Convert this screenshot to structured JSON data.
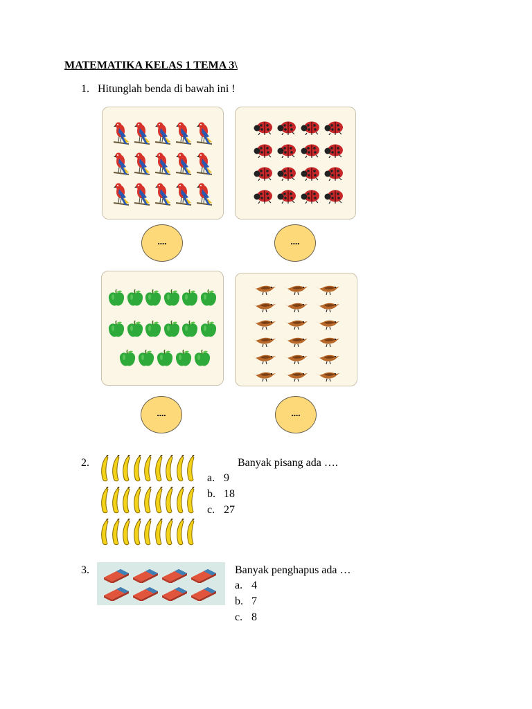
{
  "title": "MATEMATIKA KELAS 1 TEMA 3\\",
  "q1": {
    "number": "1.",
    "text": "Hitunglah benda di bawah ini !",
    "answer_placeholder": "....",
    "panels": [
      {
        "icon": "parrot-icon",
        "count": 15
      },
      {
        "icon": "ladybug-icon",
        "count": 16
      },
      {
        "icon": "apple-icon",
        "count": 17
      },
      {
        "icon": "sparrow-icon",
        "count": 18
      }
    ]
  },
  "q2": {
    "number": "2.",
    "text": "Banyak pisang ada ….",
    "icon": "banana-icon",
    "count": 27,
    "options": [
      {
        "letter": "a.",
        "value": "9"
      },
      {
        "letter": "b.",
        "value": "18"
      },
      {
        "letter": "c.",
        "value": "27"
      }
    ]
  },
  "q3": {
    "number": "3.",
    "text": "Banyak penghapus ada …",
    "icon": "eraser-icon",
    "count": 8,
    "options": [
      {
        "letter": "a.",
        "value": "4"
      },
      {
        "letter": "b.",
        "value": "7"
      },
      {
        "letter": "c.",
        "value": "8"
      }
    ]
  },
  "colors": {
    "panel_bg": "#fbf6e6",
    "bubble": "#fdd97a",
    "apple": "#2eaa3a",
    "banana": "#f3d21a",
    "ladybug": "#c8282a",
    "eraser_red": "#e0553c",
    "eraser_blue": "#3e7fb6"
  }
}
